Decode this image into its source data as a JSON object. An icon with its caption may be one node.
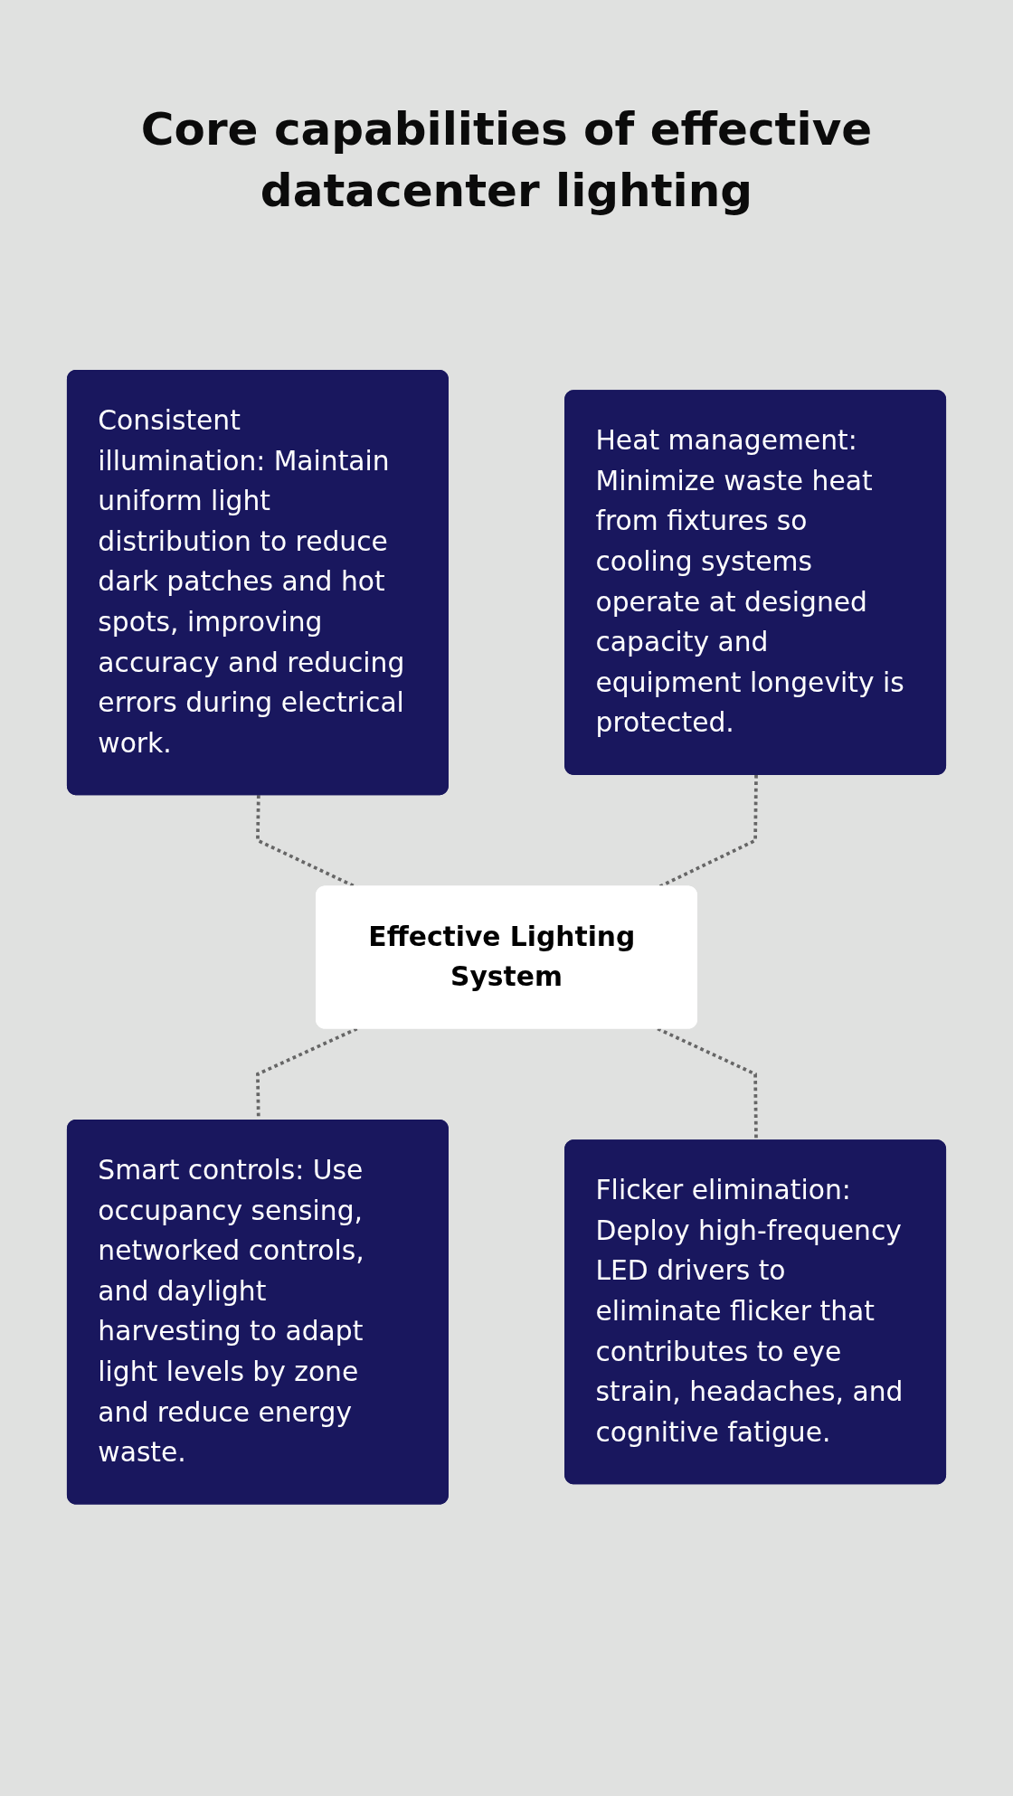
{
  "diagram": {
    "title": "Core capabilities of effective datacenter lighting",
    "nodes": [
      {
        "text": [
          "Consistent illumination: Maintain uniform light distribution to reduce dark patches and hot spots, improving accuracy and reducing errors during electrical work."
        ]
      },
      {
        "text": [
          "Heat management: Minimize waste heat from fixtures so cooling systems operate at designed capacity and equipment longevity is protected."
        ]
      },
      {
        "text": [
          "Effective Lighting System"
        ]
      },
      {
        "text": [
          "Smart controls: Use occupancy sensing, networked controls, and daylight harvesting to adapt light levels by zone and reduce energy waste."
        ]
      },
      {
        "text": [
          "Flicker elimination: Deploy high-frequency LED drivers to eliminate flicker that contributes to eye strain, headaches, and cognitive fatigue."
        ]
      }
    ],
    "edges": [
      {
        "from": 0,
        "to": 2,
        "arrow": "none",
        "style": "dashed"
      },
      {
        "from": 1,
        "to": 2,
        "arrow": "none",
        "style": "dashed"
      },
      {
        "from": 2,
        "to": 3,
        "arrow": "none",
        "style": "dashed"
      },
      {
        "from": 2,
        "to": 4,
        "arrow": "none",
        "style": "dashed"
      }
    ]
  }
}
